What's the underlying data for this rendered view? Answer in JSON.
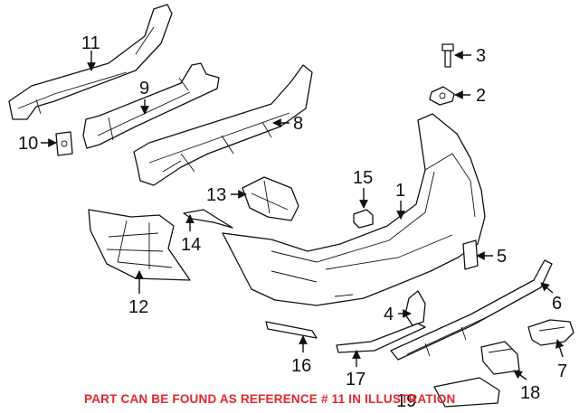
{
  "diagram": {
    "callouts": {
      "c1": "1",
      "c2": "2",
      "c3": "3",
      "c4": "4",
      "c5": "5",
      "c6": "6",
      "c7": "7",
      "c8": "8",
      "c9": "9",
      "c10": "10",
      "c11": "11",
      "c12": "12",
      "c13": "13",
      "c14": "14",
      "c15": "15",
      "c16": "16",
      "c17": "17",
      "c18": "18",
      "c19": "19"
    },
    "footnote": "PART CAN BE FOUND AS REFERENCE # 11 IN ILLUSTRATION",
    "colors": {
      "line": "#111111",
      "footnote": "#e3262b",
      "background": "#ffffff"
    }
  }
}
